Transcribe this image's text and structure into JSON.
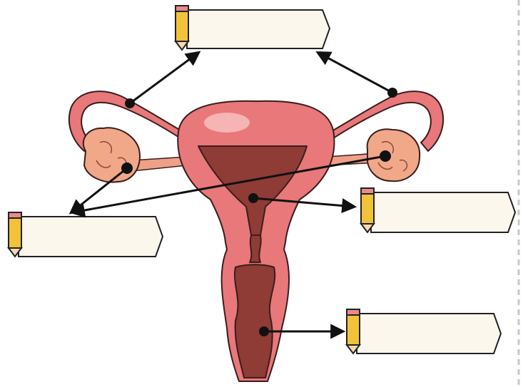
{
  "diagram": {
    "labels": [
      {
        "id": "fallopian-tubes",
        "text": ""
      },
      {
        "id": "ovaries",
        "text": ""
      },
      {
        "id": "uterus",
        "text": ""
      },
      {
        "id": "vagina",
        "text": ""
      }
    ]
  },
  "colors": {
    "uterus_outer": "#e8787a",
    "uterus_light": "#f4a0a0",
    "uterus_cavity": "#8f3b36",
    "ovary_fill": "#f0a888",
    "label_paper": "#fbf7ec",
    "pencil_body": "#f3c23b",
    "arrow": "#111111",
    "dashed_border": "#c8c8c8"
  }
}
